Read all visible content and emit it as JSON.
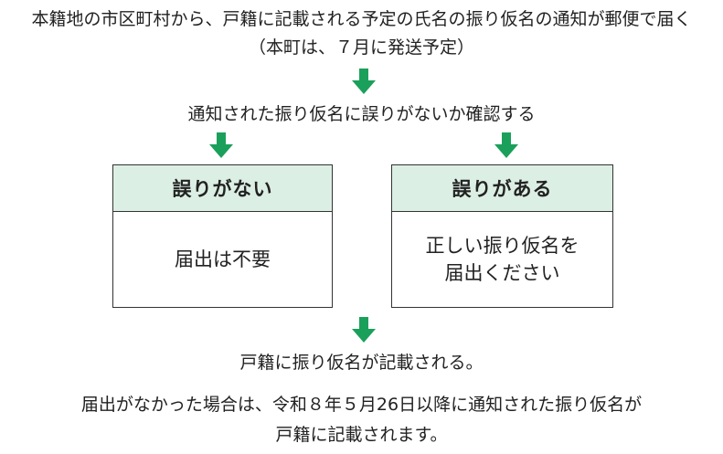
{
  "intro": {
    "line1": "本籍地の市区町村から、戸籍に記載される予定の氏名の振り仮名の通知が郵便で届く",
    "line2": "（本町は、７月に発送予定）"
  },
  "check_step": "通知された振り仮名に誤りがないか確認する",
  "boxes": {
    "no_error": {
      "header": "誤りがない",
      "body": "届出は不要"
    },
    "has_error": {
      "header": "誤りがある",
      "body_line1": "正しい振り仮名を",
      "body_line2": "届出ください"
    }
  },
  "result": "戸籍に振り仮名が記載される。",
  "note": {
    "line1": "届出がなかった場合は、令和８年５月26日以降に通知された振り仮名が",
    "line2": "戸籍に記載されます。"
  },
  "colors": {
    "arrow": "#1aa05a",
    "box_header_bg": "#dcefe4",
    "border": "#333333",
    "text": "#222222"
  }
}
